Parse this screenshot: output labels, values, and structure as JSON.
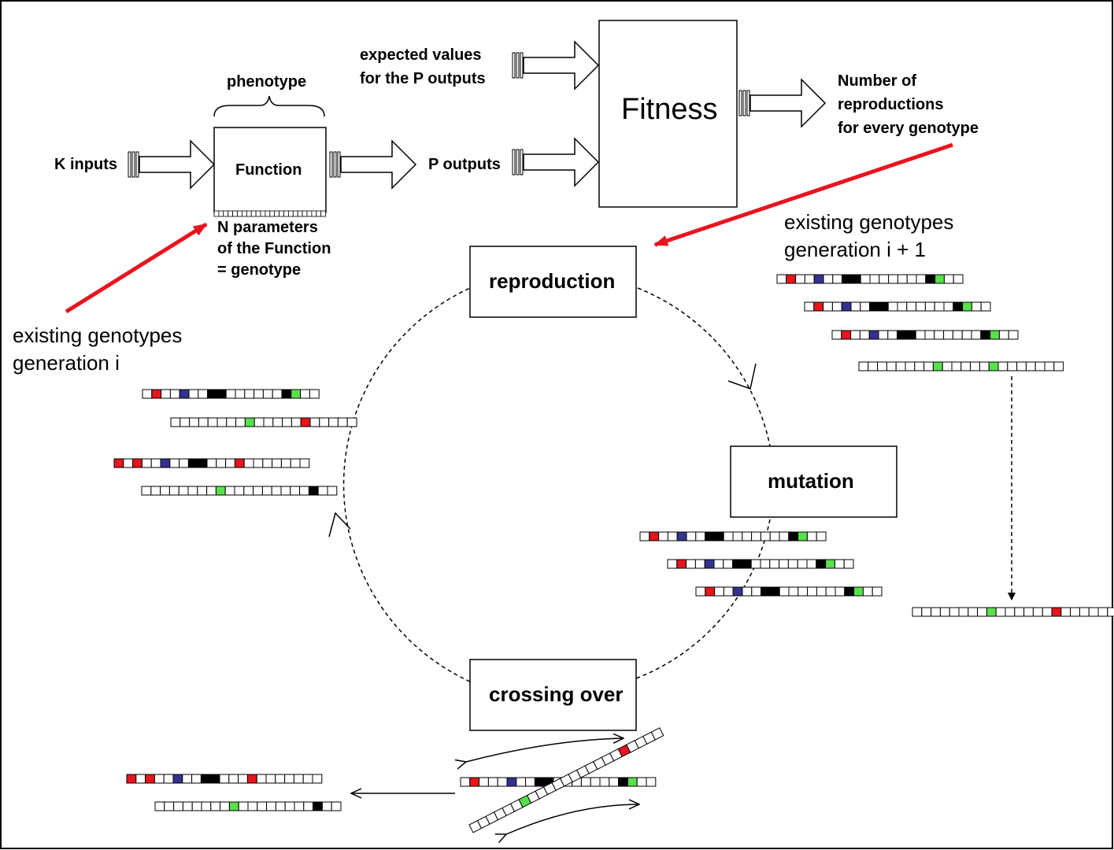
{
  "labels": {
    "phenotype": "phenotype",
    "k_inputs": "K inputs",
    "function": "Function",
    "p_outputs": "P outputs",
    "expected_values": "expected values\nfor the P outputs",
    "fitness": "Fitness",
    "reproductions_count": "Number of\nreproductions\nfor every genotype",
    "n_parameters": "N parameters\nof the Function\n= genotype",
    "existing_generation_i": "existing genotypes\ngeneration i",
    "existing_generation_i1": "existing genotypes\ngeneration i + 1",
    "reproduction": "reproduction",
    "mutation": "mutation",
    "crossing_over": "crossing over"
  },
  "colors": {
    "red": "#e8141e",
    "blue": "#33338f",
    "black": "#000000",
    "green": "#59e04d",
    "empty": "#ffffff",
    "arrow_red": "#e8141e"
  },
  "genotype_legend": {
    "R": "red",
    "B": "blue",
    "K": "black",
    "G": "green",
    ".": "empty"
  },
  "genotypes": {
    "generation_i": [
      ".R..B..KK......KG..",
      "........G.....R.....",
      "R.R..B..KK...R.......",
      "........G.........K.."
    ],
    "generation_i1": [
      ".R..B..KK.......KG..",
      ".R..B..KK.......KG..",
      ".R..B..KK.......KG..",
      "........G.....G......."
    ],
    "after_mutation": [
      ".R..B..KK.......KG..",
      ".R..B..KK.......KG..",
      ".R..B..KK.......KG.."
    ],
    "mutated_result": "........G......R......",
    "crossing_pair": [
      ".R...B..KK.......KG..",
      "......G...........R...."
    ],
    "crossing_result": [
      "R.R..B..KK...R.......",
      "........G........K.."
    ]
  }
}
